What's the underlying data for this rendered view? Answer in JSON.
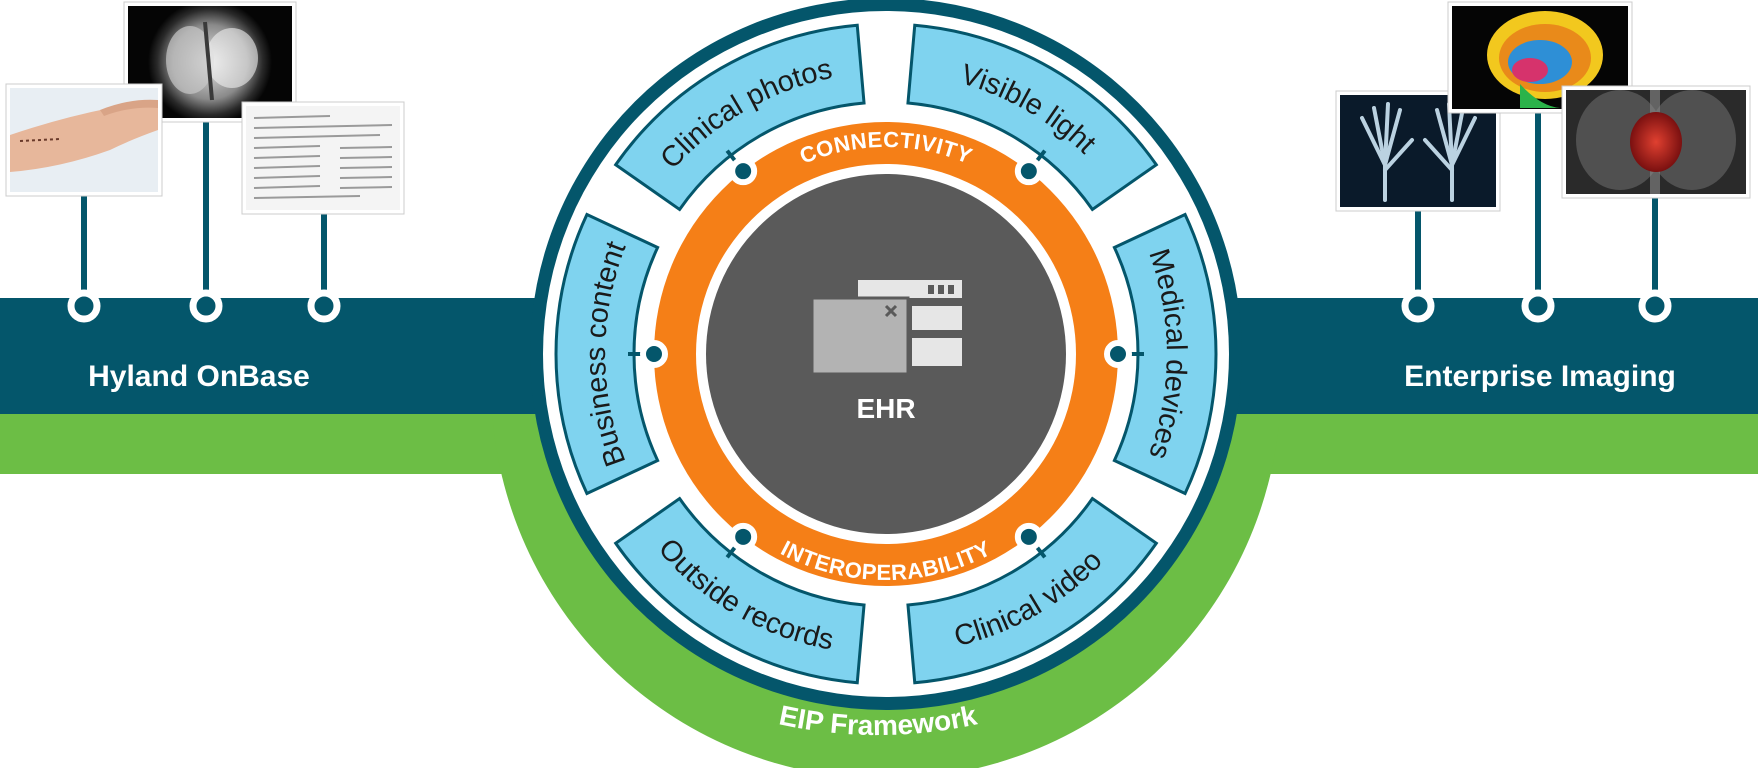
{
  "colors": {
    "navy": "#04566b",
    "green": "#6cbe45",
    "light_blue": "#7fd3ef",
    "orange": "#f57f17",
    "core_gray": "#5a5a5a",
    "pin": "#04566b"
  },
  "bands": {
    "left_label": "Hyland OnBase",
    "right_label": "Enterprise Imaging"
  },
  "framework": {
    "label": "EIP Framework"
  },
  "ring": {
    "top_label": "CONNECTIVITY",
    "bottom_label": "INTEROPERABILITY"
  },
  "core": {
    "label": "EHR",
    "icon": "ehr-window-icon"
  },
  "segments": [
    {
      "key": "clinical-photos",
      "label": "Clinical photos"
    },
    {
      "key": "visible-light",
      "label": "Visible light"
    },
    {
      "key": "medical-devices",
      "label": "Medical devices"
    },
    {
      "key": "clinical-video",
      "label": "Clinical video"
    },
    {
      "key": "outside-records",
      "label": "Outside records"
    },
    {
      "key": "business-content",
      "label": "Business content"
    }
  ],
  "thumbnails": {
    "left": [
      {
        "key": "hand-photo",
        "icon": "hand-photo-icon"
      },
      {
        "key": "endoscopy-photo",
        "icon": "endoscopy-photo-icon"
      },
      {
        "key": "document-scan",
        "icon": "document-scan-icon"
      }
    ],
    "right": [
      {
        "key": "hand-xray",
        "icon": "xray-icon"
      },
      {
        "key": "brain-mri",
        "icon": "mri-icon"
      },
      {
        "key": "heart-ct",
        "icon": "heart-ct-icon"
      }
    ]
  }
}
